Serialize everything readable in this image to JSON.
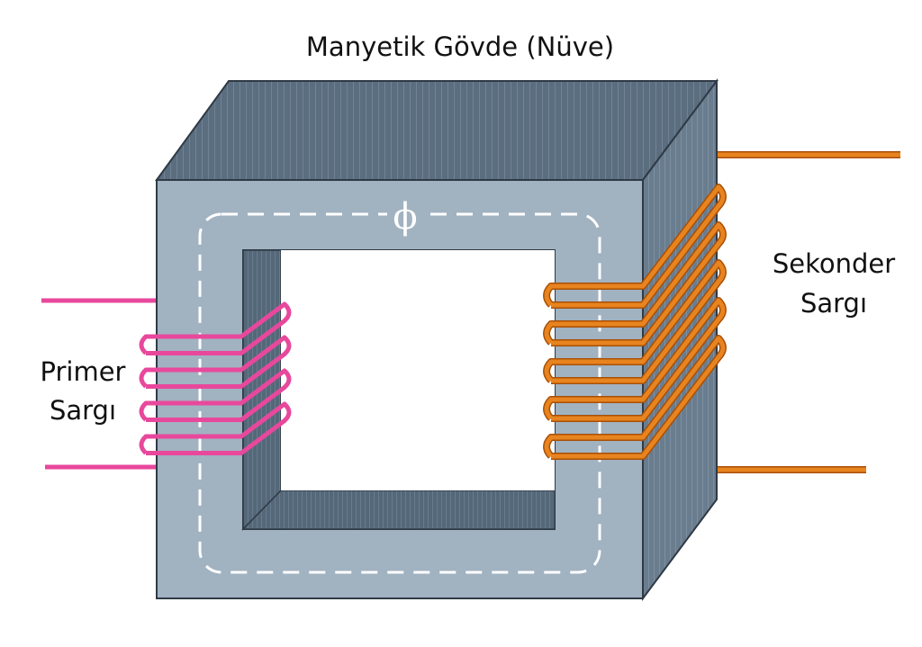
{
  "labels": {
    "core": "Manyetik Gövde (Nüve)",
    "primary_line1": "Primer",
    "primary_line2": "Sargı",
    "secondary_line1": "Sekonder",
    "secondary_line2": "Sargı",
    "flux_symbol": "ϕ"
  },
  "colors": {
    "core_front": "#a1b2c1",
    "core_top": "#5b6e80",
    "core_side": "#6a7d8f",
    "core_edge": "#2f3a45",
    "flux_path": "#ffffff",
    "primary_winding": "#e8489c",
    "secondary_winding": "#e8841f"
  },
  "windings": {
    "primary_turns": 4,
    "secondary_turns": 5
  }
}
